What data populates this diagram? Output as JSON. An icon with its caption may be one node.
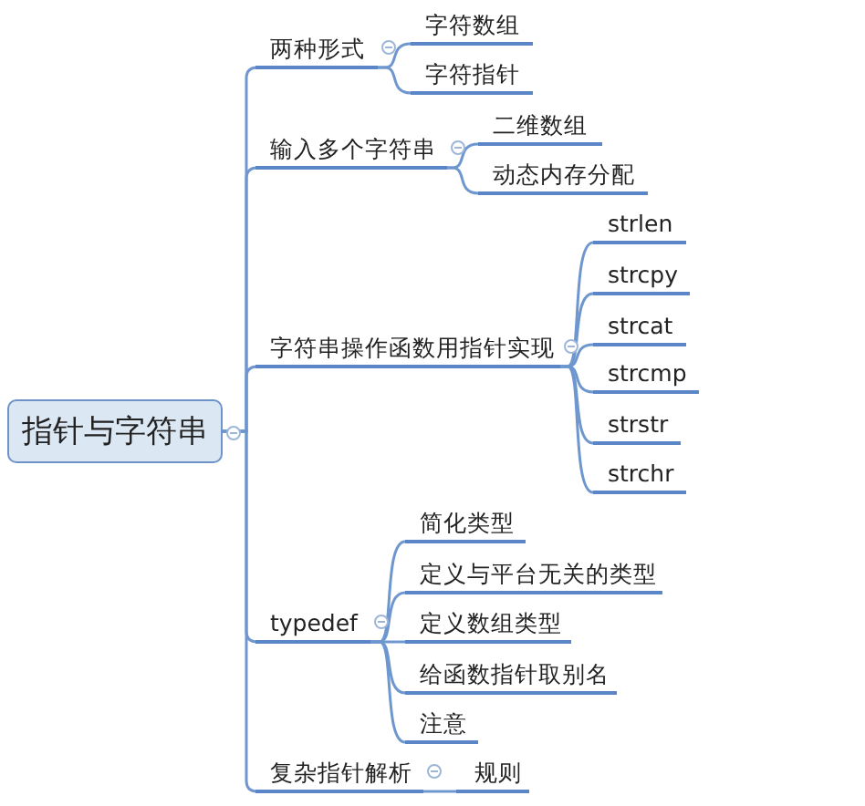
{
  "diagram": {
    "nodes": [
      {
        "text": [
          "指针与字符串"
        ]
      },
      {
        "text": [
          "两种形式"
        ]
      },
      {
        "text": [
          "字符数组"
        ]
      },
      {
        "text": [
          "字符指针"
        ]
      },
      {
        "text": [
          "输入多个字符串"
        ]
      },
      {
        "text": [
          "二维数组"
        ]
      },
      {
        "text": [
          "动态内存分配"
        ]
      },
      {
        "text": [
          "字符串操作函数用指针实现"
        ]
      },
      {
        "text": [
          "strlen"
        ]
      },
      {
        "text": [
          "strcpy"
        ]
      },
      {
        "text": [
          "strcat"
        ]
      },
      {
        "text": [
          "strcmp"
        ]
      },
      {
        "text": [
          "strstr"
        ]
      },
      {
        "text": [
          "strchr"
        ]
      },
      {
        "text": [
          "typedef"
        ]
      },
      {
        "text": [
          "简化类型"
        ]
      },
      {
        "text": [
          "定义与平台无关的类型"
        ]
      },
      {
        "text": [
          "定义数组类型"
        ]
      },
      {
        "text": [
          "给函数指针取别名"
        ]
      },
      {
        "text": [
          "注意"
        ]
      },
      {
        "text": [
          "复杂指针解析"
        ]
      },
      {
        "text": [
          "规则"
        ]
      }
    ],
    "edges": [
      {
        "from": 0,
        "to": 1,
        "arrow": "none"
      },
      {
        "from": 0,
        "to": 4,
        "arrow": "none"
      },
      {
        "from": 0,
        "to": 7,
        "arrow": "none"
      },
      {
        "from": 0,
        "to": 14,
        "arrow": "none"
      },
      {
        "from": 0,
        "to": 20,
        "arrow": "none"
      },
      {
        "from": 1,
        "to": 2,
        "arrow": "none"
      },
      {
        "from": 1,
        "to": 3,
        "arrow": "none"
      },
      {
        "from": 4,
        "to": 5,
        "arrow": "none"
      },
      {
        "from": 4,
        "to": 6,
        "arrow": "none"
      },
      {
        "from": 7,
        "to": 8,
        "arrow": "none"
      },
      {
        "from": 7,
        "to": 9,
        "arrow": "none"
      },
      {
        "from": 7,
        "to": 10,
        "arrow": "none"
      },
      {
        "from": 7,
        "to": 11,
        "arrow": "none"
      },
      {
        "from": 7,
        "to": 12,
        "arrow": "none"
      },
      {
        "from": 7,
        "to": 13,
        "arrow": "none"
      },
      {
        "from": 14,
        "to": 15,
        "arrow": "none"
      },
      {
        "from": 14,
        "to": 16,
        "arrow": "none"
      },
      {
        "from": 14,
        "to": 17,
        "arrow": "none"
      },
      {
        "from": 14,
        "to": 18,
        "arrow": "none"
      },
      {
        "from": 14,
        "to": 19,
        "arrow": "none"
      },
      {
        "from": 20,
        "to": 21,
        "arrow": "none"
      }
    ]
  }
}
